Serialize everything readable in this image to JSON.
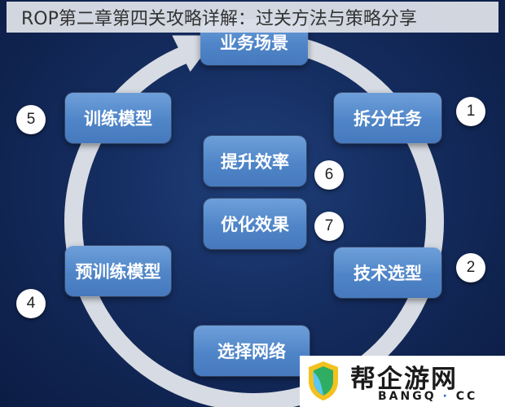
{
  "header": {
    "title": "ROP第二章第四关攻略详解：过关方法与策略分享"
  },
  "diagram": {
    "ring_color": "#d7dbe3",
    "box_color": "#5a8ed0",
    "nodes": {
      "top": "业务场景",
      "right_upper": "拆分任务",
      "right_lower": "技术选型",
      "bottom": "选择网络",
      "left_lower": "预训练模型",
      "left_upper": "训练模型",
      "center_upper": "提升效率",
      "center_lower": "优化效果"
    },
    "badges": {
      "right_upper": "1",
      "right_lower": "2",
      "left_lower": "4",
      "left_upper": "5",
      "center_upper": "6",
      "center_lower": "7"
    }
  },
  "watermark": {
    "name": "帮企游网",
    "domain_left": "BANGQ",
    "domain_dot": "·",
    "domain_right": "CC"
  }
}
